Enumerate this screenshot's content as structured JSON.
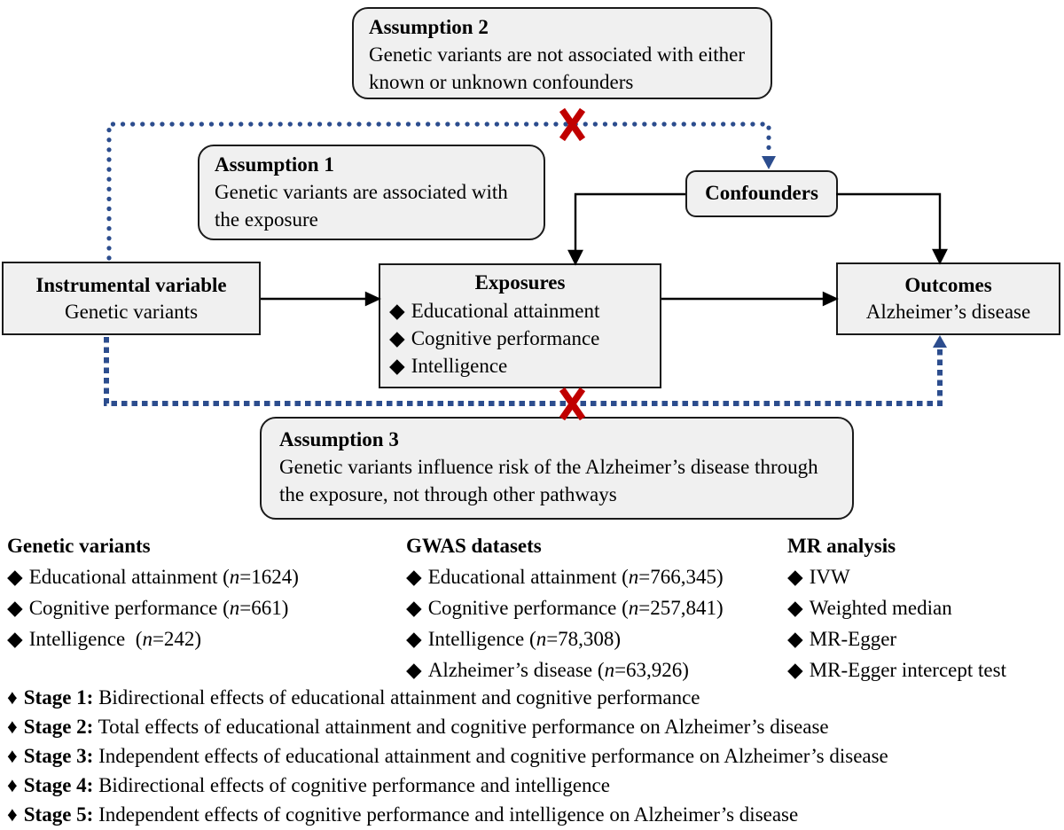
{
  "figure": {
    "assumption2": {
      "title": "Assumption 2",
      "text": "Genetic variants are not associated with either known or unknown confounders"
    },
    "assumption1": {
      "title": "Assumption 1",
      "text": "Genetic variants are associated with the exposure"
    },
    "assumption3": {
      "title": "Assumption 3",
      "text": "Genetic variants influence risk of the Alzheimer’s disease through the exposure, not through other pathways"
    },
    "confounders": {
      "label": "Confounders"
    },
    "instrumental_variable": {
      "title": "Instrumental variable",
      "subtitle": "Genetic variants"
    },
    "exposures": {
      "title": "Exposures",
      "items": [
        "Educational attainment",
        "Cognitive performance",
        "Intelligence"
      ]
    },
    "outcomes": {
      "title": "Outcomes",
      "subtitle": "Alzheimer’s disease"
    }
  },
  "icons": {
    "diamond_bullet": "◆",
    "stage_bullet": "♦",
    "cross_mark": "✗"
  },
  "colors": {
    "dotted_line_blue": "#2c4d8e",
    "cross_red": "#c00000",
    "box_fill": "#f0f0f0",
    "box_border": "#1a1a1a",
    "solid_line_black": "#000000"
  },
  "info_lists": {
    "n_symbol": "n",
    "columns": [
      {
        "header": "Genetic variants",
        "items": [
          {
            "text": "Educational attainment",
            "n": "1624"
          },
          {
            "text": "Cognitive performance",
            "n": "661"
          },
          {
            "text": "Intelligence ",
            "n": "242"
          }
        ]
      },
      {
        "header": "GWAS datasets",
        "items": [
          {
            "text": "Educational attainment",
            "n": "766,345"
          },
          {
            "text": "Cognitive performance",
            "n": "257,841"
          },
          {
            "text": "Intelligence",
            "n": "78,308"
          },
          {
            "text": "Alzheimer’s disease",
            "n": "63,926"
          }
        ]
      },
      {
        "header": "MR analysis",
        "items": [
          {
            "text": "IVW"
          },
          {
            "text": "Weighted median"
          },
          {
            "text": "MR-Egger"
          },
          {
            "text": "MR-Egger intercept test"
          }
        ]
      }
    ]
  },
  "stages": [
    {
      "label": "Stage 1:",
      "text": "Bidirectional effects of educational attainment and cognitive performance"
    },
    {
      "label": "Stage 2:",
      "text": "Total effects of educational attainment and cognitive performance on Alzheimer’s disease"
    },
    {
      "label": "Stage 3:",
      "text": "Independent effects of educational attainment and cognitive performance on Alzheimer’s disease"
    },
    {
      "label": "Stage 4:",
      "text": "Bidirectional effects of cognitive performance and intelligence"
    },
    {
      "label": "Stage 5:",
      "text": "Independent effects of cognitive performance and intelligence on Alzheimer’s disease"
    }
  ]
}
